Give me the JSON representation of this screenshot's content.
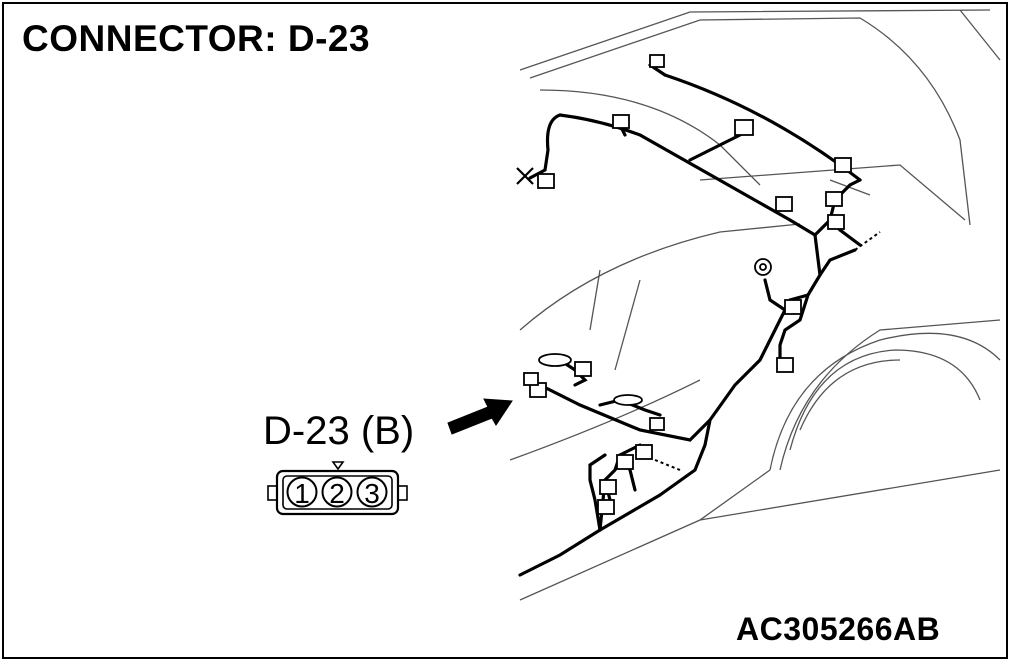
{
  "title": "CONNECTOR: D-23",
  "connector": {
    "label": "D-23 (B)",
    "pins": [
      "1",
      "2",
      "3"
    ]
  },
  "figure_ref": "AC305266AB",
  "colors": {
    "line": "#000000",
    "background": "#ffffff",
    "body_outline": "#666666"
  }
}
